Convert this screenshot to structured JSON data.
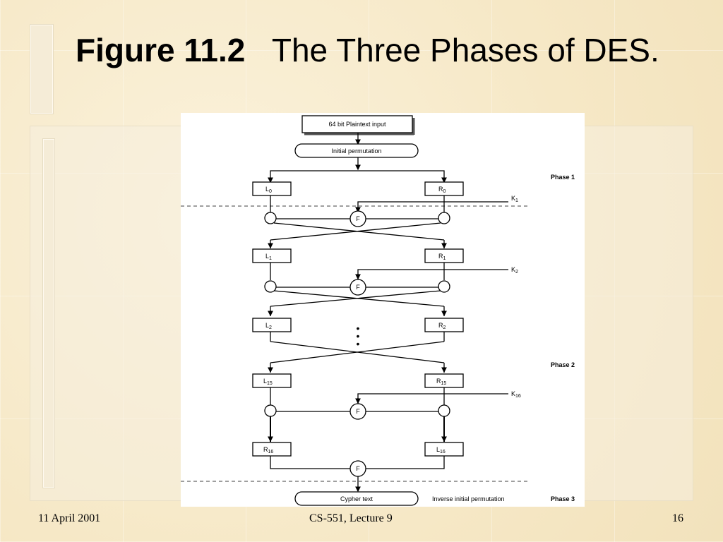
{
  "slide": {
    "title_bold": "Figure 11.2",
    "title_rest": "The Three Phases of DES."
  },
  "diagram": {
    "plaintext_input": "64 bit Plaintext input",
    "initial_permutation": "Initial permutation",
    "phase1": "Phase 1",
    "phase2": "Phase 2",
    "phase3": "Phase 3",
    "f_label": "F",
    "cypher_text": "Cypher text",
    "inverse_permutation": "Inverse initial permutation",
    "dots": "•\n•\n•",
    "rounds": [
      {
        "L": "L",
        "L_sub": "0",
        "R": "R",
        "R_sub": "0",
        "K": "K",
        "K_sub": "1"
      },
      {
        "L": "L",
        "L_sub": "1",
        "R": "R",
        "R_sub": "1",
        "K": "K",
        "K_sub": "2"
      },
      {
        "L": "L",
        "L_sub": "2",
        "R": "R",
        "R_sub": "2"
      },
      {
        "L": "L",
        "L_sub": "15",
        "R": "R",
        "R_sub": "15",
        "K": "K",
        "K_sub": "16"
      },
      {
        "L": "R",
        "L_sub": "16",
        "R": "L",
        "R_sub": "16"
      }
    ]
  },
  "footer": {
    "date": "11 April 2001",
    "course": "CS-551, Lecture 9",
    "page": "16"
  }
}
